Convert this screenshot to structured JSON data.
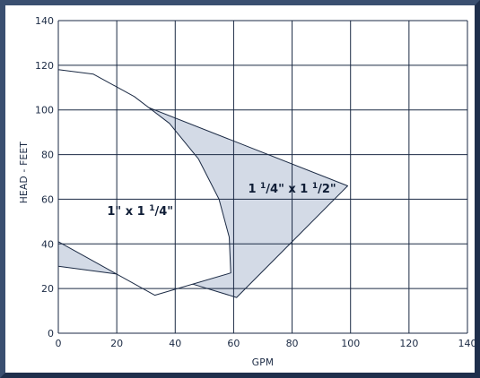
{
  "chart_data": {
    "type": "area",
    "xlabel": "GPM",
    "ylabel": "HEAD - FEET",
    "xlim": [
      0,
      140
    ],
    "ylim": [
      0,
      140
    ],
    "x_ticks": [
      "0",
      "20",
      "40",
      "60",
      "80",
      "100",
      "120",
      "140"
    ],
    "y_ticks": [
      "0",
      "20",
      "40",
      "60",
      "80",
      "100",
      "120",
      "140"
    ],
    "grid": true,
    "legend": "none",
    "series": [
      {
        "name": "1 1/4\" x 1 1/2\"",
        "label_parts": [
          "1 ",
          "1",
          "/4\" x 1 ",
          "1",
          "/2\""
        ],
        "fill": "#d3dae6",
        "points": [
          [
            31,
            101
          ],
          [
            99,
            66
          ],
          [
            61,
            16
          ],
          [
            46,
            22
          ],
          [
            0,
            30
          ],
          [
            0,
            41
          ],
          [
            31,
            101
          ]
        ]
      },
      {
        "name": "1\" x 1 1/4\"",
        "label_parts": [
          "1\" x 1 ",
          "1",
          "/4\""
        ],
        "fill": "#ffffff",
        "points": [
          [
            0,
            118
          ],
          [
            12,
            116
          ],
          [
            26,
            106
          ],
          [
            38,
            94
          ],
          [
            48,
            78
          ],
          [
            55,
            60
          ],
          [
            58.5,
            43
          ],
          [
            59,
            27
          ],
          [
            33,
            17
          ],
          [
            0,
            41
          ],
          [
            0,
            118
          ]
        ]
      }
    ],
    "label_positions": [
      {
        "series": 0,
        "x": 80,
        "y": 63
      },
      {
        "series": 1,
        "x": 28,
        "y": 53
      }
    ]
  },
  "colors": {
    "grid": "#1b2a44",
    "frame": "#2c3e60",
    "region_stroke": "#1b2a44"
  }
}
